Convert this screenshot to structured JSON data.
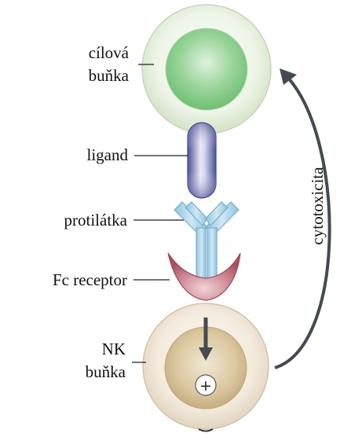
{
  "diagram": {
    "labels": {
      "target_cell_line1": "cílová",
      "target_cell_line2": "buňka",
      "ligand": "ligand",
      "antibody": "protilátka",
      "fc_receptor": "Fc receptor",
      "nk_cell_line1": "NK",
      "nk_cell_line2": "buňka",
      "cytotoxicity": "cytotoxicita",
      "activation_sign": "+"
    },
    "colors": {
      "target_outer": "#e5efdc",
      "target_inner": "#8fce8f",
      "ligand": "#5f63a8",
      "antibody": "#a9d3ea",
      "fc_receptor": "#c0707e",
      "nk_outer": "#f3eadd",
      "nk_inner": "#dcc9a3",
      "arrow": "#454a52"
    }
  }
}
